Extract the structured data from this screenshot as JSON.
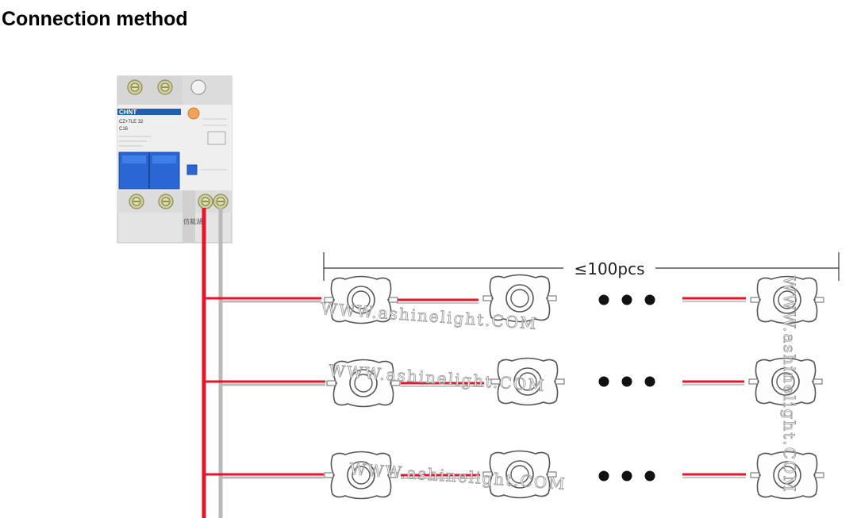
{
  "title": "Connection method",
  "breaker": {
    "brand": "CHNT",
    "model": "CZ+7LE 32",
    "rating": "C16",
    "side_label": "仿裁湖"
  },
  "diagram": {
    "count_label": "≤100pcs",
    "rows": 3,
    "watermark": "WWW.ashinelight.COM",
    "colors": {
      "live_wire": "#e8142a",
      "neutral_wire": "#b9b9b9",
      "module_outline": "#555555"
    }
  }
}
